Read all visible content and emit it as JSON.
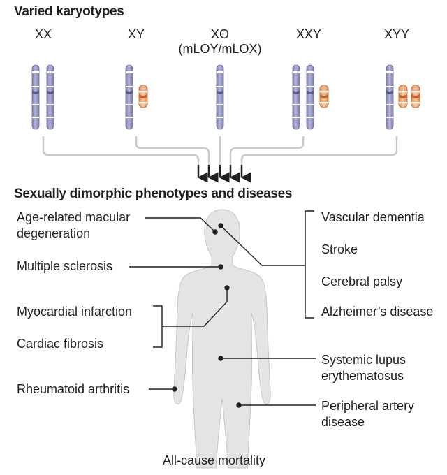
{
  "headings": {
    "karyotypes": "Varied karyotypes",
    "phenotypes": "Sexually dimorphic phenotypes and diseases"
  },
  "karyotypes": [
    {
      "label": "XX",
      "sub": ""
    },
    {
      "label": "XY",
      "sub": ""
    },
    {
      "label": "XO",
      "sub": "(mLOY/mLOX)"
    },
    {
      "label": "XXY",
      "sub": ""
    },
    {
      "label": "XYY",
      "sub": ""
    }
  ],
  "diseases_left": {
    "amd_line1": "Age-related macular",
    "amd_line2": "degeneration",
    "ms": "Multiple sclerosis",
    "mi": "Myocardial infarction",
    "cf": "Cardiac fibrosis",
    "ra": "Rheumatoid arthritis"
  },
  "diseases_right": {
    "vd": "Vascular dementia",
    "stroke": "Stroke",
    "cp": "Cerebral palsy",
    "ad": "Alzheimer’s disease",
    "sle_line1": "Systemic lupus",
    "sle_line2": "erythematosus",
    "pad_line1": "Peripheral artery",
    "pad_line2": "disease"
  },
  "bottom": {
    "mortality": "All-cause mortality"
  },
  "colors": {
    "x_chromosome": "#9b9bc4",
    "y_chromosome": "#f0a874",
    "body": "#e4e4e4",
    "connector": "#c8c8c8",
    "line": "#231f20"
  }
}
